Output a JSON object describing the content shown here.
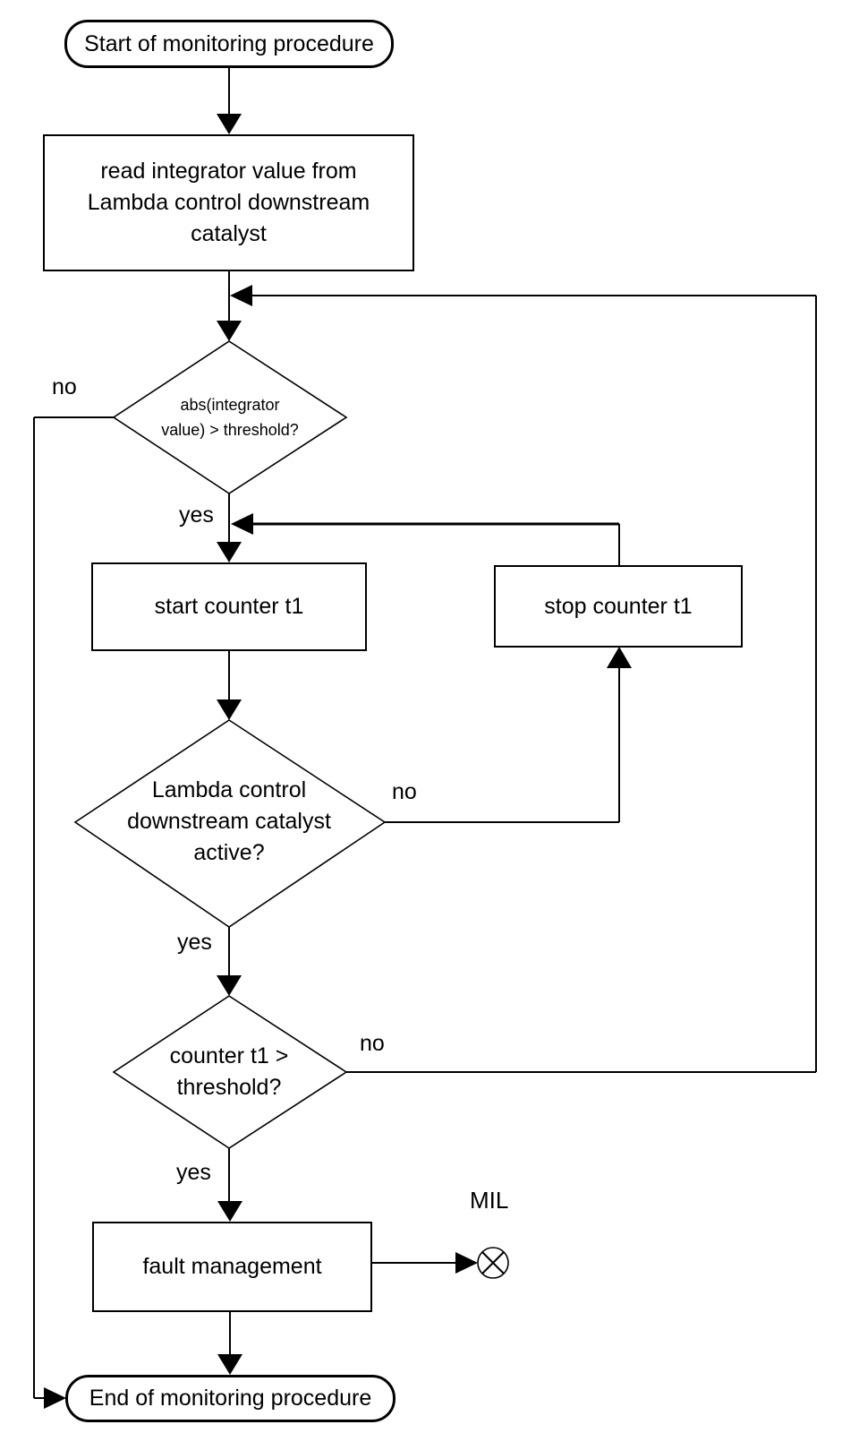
{
  "title": "Monitoring procedure flowchart",
  "colors": {
    "background": "#ffffff",
    "line": "#000000",
    "text": "#000000"
  },
  "nodes": {
    "start": {
      "type": "terminal",
      "label": "Start of monitoring procedure"
    },
    "read_integrator": {
      "type": "process",
      "label": "read integrator value from\nLambda control downstream\ncatalyst"
    },
    "abs_threshold": {
      "type": "decision",
      "label": "abs(integrator\nvalue) > threshold?"
    },
    "start_counter": {
      "type": "process",
      "label": "start counter t1"
    },
    "stop_counter": {
      "type": "process",
      "label": "stop counter t1"
    },
    "lambda_active": {
      "type": "decision",
      "label": "Lambda control\ndownstream catalyst\nactive?"
    },
    "counter_threshold": {
      "type": "decision",
      "label": "counter t1 >\nthreshold?"
    },
    "fault_management": {
      "type": "process",
      "label": "fault management"
    },
    "end": {
      "type": "terminal",
      "label": "End of monitoring procedure"
    }
  },
  "labels": {
    "mil": "MIL",
    "abs_threshold_no": "no",
    "abs_threshold_yes": "yes",
    "lambda_active_no": "no",
    "lambda_active_yes": "yes",
    "counter_threshold_no": "no",
    "counter_threshold_yes": "yes"
  }
}
